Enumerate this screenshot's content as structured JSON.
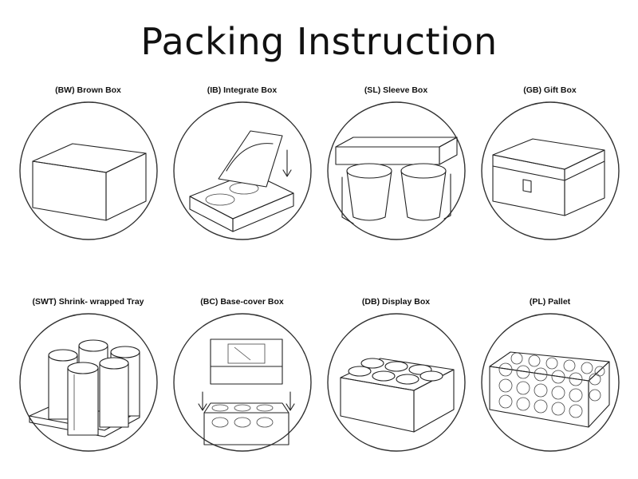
{
  "title": "Packing Instruction",
  "items": [
    {
      "label": "(BW) Brown Box"
    },
    {
      "label": "(IB) Integrate Box"
    },
    {
      "label": "(SL) Sleeve Box"
    },
    {
      "label": "(GB) Gift Box"
    },
    {
      "label": "(SWT) Shrink- wrapped Tray"
    },
    {
      "label": "(BC) Base-cover Box"
    },
    {
      "label": "(DB) Display Box"
    },
    {
      "label": "(PL) Pallet"
    }
  ]
}
